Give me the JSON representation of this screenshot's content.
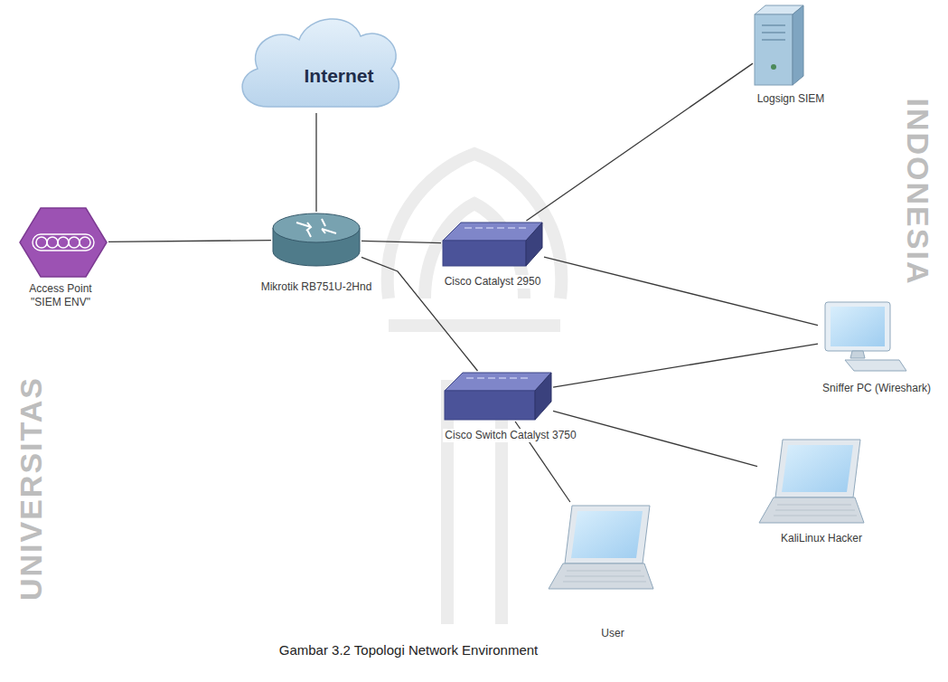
{
  "diagram": {
    "caption": "Gambar 3.2 Topologi Network Environment",
    "nodes": [
      {
        "text": [
          "Internet"
        ]
      },
      {
        "text": [
          "Logsign SIEM"
        ]
      },
      {
        "text": [
          "Access Point \"SIEM ENV\""
        ]
      },
      {
        "text": [
          "Mikrotik RB751U-2Hnd"
        ]
      },
      {
        "text": [
          "Cisco Catalyst 2950"
        ]
      },
      {
        "text": [
          "Sniffer PC (Wireshark)"
        ]
      },
      {
        "text": [
          "Cisco Switch Catalyst 3750"
        ]
      },
      {
        "text": [
          "KaliLinux Hacker"
        ]
      },
      {
        "text": [
          "User"
        ]
      }
    ],
    "edges": [
      {
        "from": 0,
        "to": 3,
        "arrow": "none"
      },
      {
        "from": 2,
        "to": 3,
        "arrow": "none"
      },
      {
        "from": 3,
        "to": 4,
        "arrow": "none"
      },
      {
        "from": 3,
        "to": 6,
        "arrow": "none"
      },
      {
        "from": 4,
        "to": 1,
        "arrow": "none"
      },
      {
        "from": 4,
        "to": 5,
        "arrow": "none"
      },
      {
        "from": 6,
        "to": 5,
        "arrow": "none"
      },
      {
        "from": 6,
        "to": 8,
        "arrow": "none"
      },
      {
        "from": 6,
        "to": 7,
        "arrow": "none"
      }
    ],
    "labels": [
      "UNIVERSITAS",
      "INDONESIA"
    ]
  }
}
